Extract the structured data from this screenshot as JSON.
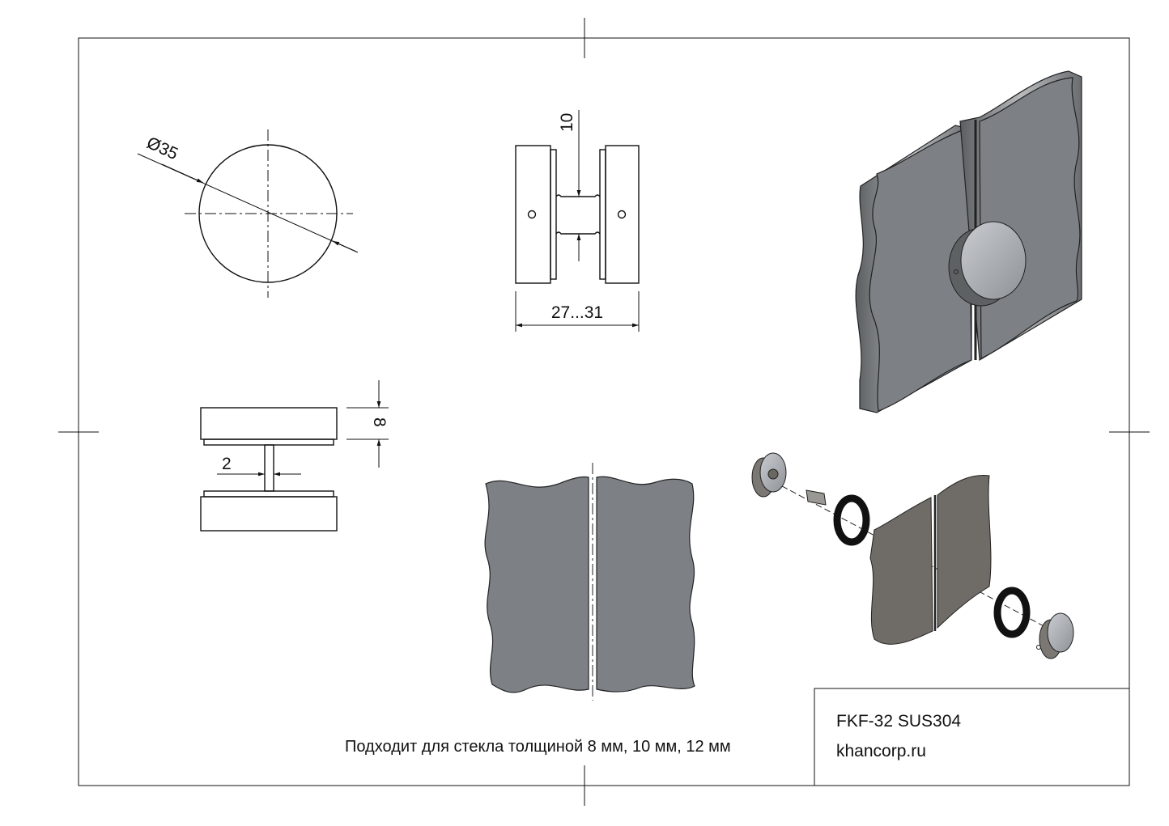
{
  "dimensions": {
    "diameter": "Ø35",
    "glass_gap": "10",
    "total_width": "27...31",
    "plate_thickness": "8",
    "pin_width": "2"
  },
  "note": "Подходит для стекла толщиной 8 мм, 10 мм, 12 мм",
  "title_block": {
    "model": "FKF-32 SUS304",
    "website": "khancorp.ru"
  },
  "colors": {
    "plate_face": "#7d8185",
    "plate_edge": "#9a9c9e",
    "exploded_plate": "#6f6b66"
  }
}
